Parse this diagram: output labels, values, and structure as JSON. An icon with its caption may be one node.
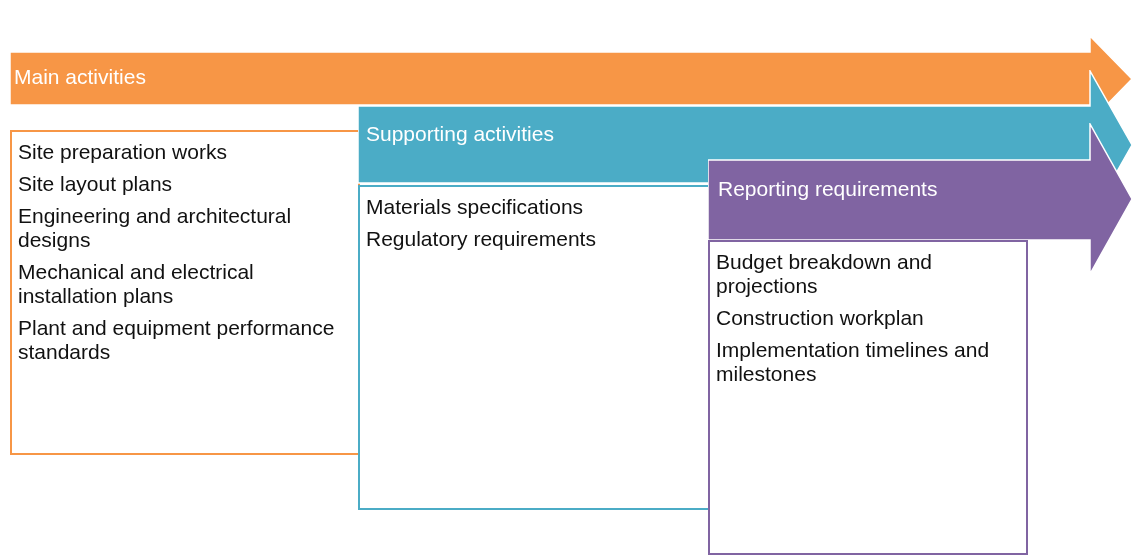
{
  "diagram": {
    "nodes": [
      {
        "text": [
          "Main activities"
        ]
      },
      {
        "text": [
          "Site preparation works",
          "Site layout plans",
          "Engineering and architectural designs",
          "Mechanical and electrical installation plans",
          "Plant and equipment performance standards"
        ]
      },
      {
        "text": [
          "Supporting activities"
        ]
      },
      {
        "text": [
          "Materials specifications",
          "Regulatory requirements"
        ]
      },
      {
        "text": [
          "Reporting requirements"
        ]
      },
      {
        "text": [
          "Budget breakdown and projections",
          "Construction workplan",
          "Implementation timelines and milestones"
        ]
      }
    ]
  }
}
